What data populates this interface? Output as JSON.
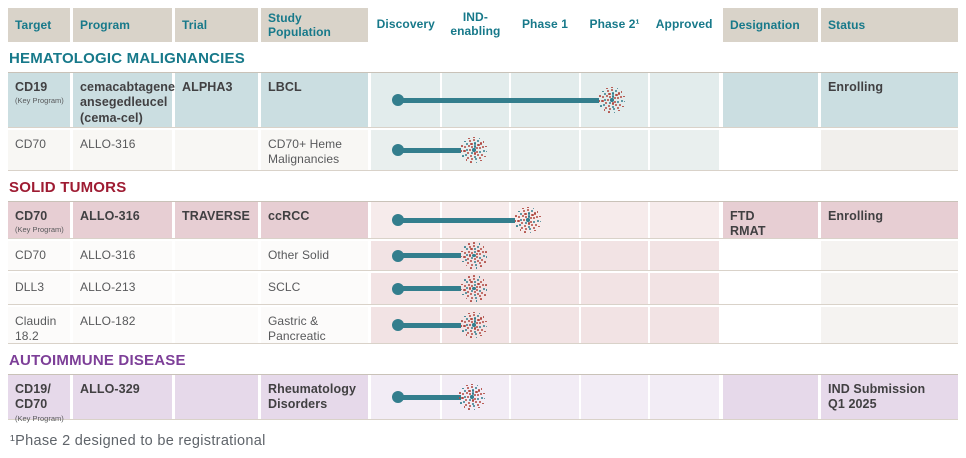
{
  "colors": {
    "accent_teal": "#17798a",
    "accent_maroon": "#9e1b32",
    "accent_purple": "#7d3f98",
    "bar_teal": "#337e8d",
    "burst_red": "#b04a42",
    "header_beige": "#d9d3c9"
  },
  "header": {
    "cols": [
      "Target",
      "Program",
      "Trial",
      "Study Population",
      "Discovery",
      "IND-enabling",
      "Phase 1",
      "Phase 2¹",
      "Approved",
      "Designation",
      "Status"
    ]
  },
  "sections": [
    {
      "title": "HEMATOLOGIC MALIGNANCIES",
      "rows": [
        {
          "target": "CD19",
          "key_label": "(Key Program)",
          "program": "cemacabtagene ansegedleucel (cema-cel)",
          "trial": "ALPHA3",
          "population": "LBCL",
          "stage_end": "Phase 2",
          "designation": "",
          "status": "Enrolling"
        },
        {
          "target": "CD70",
          "program": "ALLO-316",
          "trial": "",
          "population": "CD70+ Heme Malignancies",
          "stage_end": "IND-enabling",
          "designation": "",
          "status": ""
        }
      ]
    },
    {
      "title": "SOLID TUMORS",
      "rows": [
        {
          "target": "CD70",
          "key_label": "(Key Program)",
          "program": "ALLO-316",
          "trial": "TRAVERSE",
          "population": "ccRCC",
          "stage_end": "Phase 1",
          "designation": "FTD\nRMAT",
          "status": "Enrolling"
        },
        {
          "target": "CD70",
          "program": "ALLO-316",
          "trial": "",
          "population": "Other Solid",
          "stage_end": "IND-enabling",
          "designation": "",
          "status": ""
        },
        {
          "target": "DLL3",
          "program": "ALLO-213",
          "trial": "",
          "population": "SCLC",
          "stage_end": "IND-enabling",
          "designation": "",
          "status": ""
        },
        {
          "target": "Claudin 18.2",
          "program": "ALLO-182",
          "trial": "",
          "population": "Gastric & Pancreatic",
          "stage_end": "IND-enabling",
          "designation": "",
          "status": ""
        }
      ]
    },
    {
      "title": "AUTOIMMUNE DISEASE",
      "rows": [
        {
          "target": "CD19/\nCD70",
          "key_label": "(Key Program)",
          "program": "ALLO-329",
          "trial": "",
          "population": "Rheumatology Disorders",
          "stage_end": "IND-enabling",
          "designation": "",
          "status": "IND Submission\nQ1 2025"
        }
      ]
    }
  ],
  "footnote": "¹Phase 2 designed to be registrational"
}
